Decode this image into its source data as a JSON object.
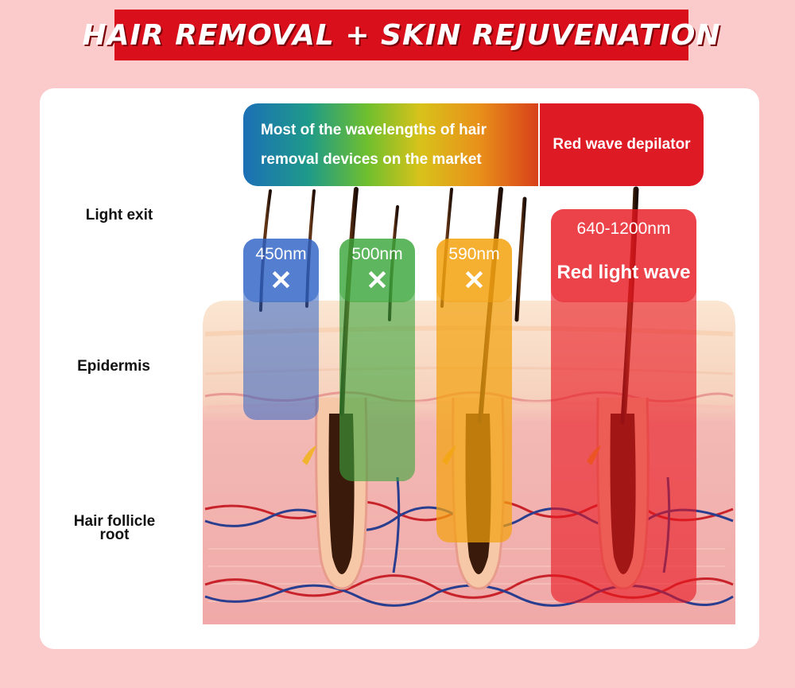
{
  "banner": {
    "title": "HAIR REMOVAL + SKIN REJUVENATION"
  },
  "side_labels": {
    "light_exit": "Light exit",
    "epidermis": "Epidermis",
    "follicle": "Hair follicle root"
  },
  "header": {
    "market": "Most of the wavelengths of hair removal devices on the market",
    "red": "Red wave depilator"
  },
  "wavelengths": [
    {
      "label": "450nm",
      "mark": "✕",
      "color": "#2f63c4"
    },
    {
      "label": "500nm",
      "mark": "✕",
      "color": "#3aa53a"
    },
    {
      "label": "590nm",
      "mark": "✕",
      "color": "#f3a20f"
    }
  ],
  "red_wave": {
    "label": "640-1200nm",
    "title": "Red light wave",
    "color": "#e8141e"
  }
}
